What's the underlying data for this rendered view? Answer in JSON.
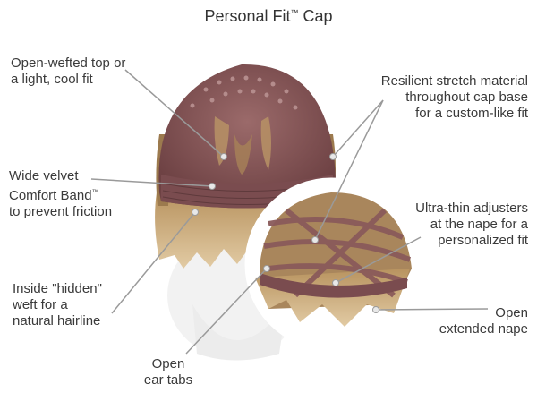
{
  "title": {
    "main": "Personal Fit",
    "mark": "™",
    "suffix": " Cap"
  },
  "callouts": {
    "open_wefted_top": [
      "Open-wefted top or",
      "a light, cool fit"
    ],
    "wide_velvet": {
      "line1": "Wide velvet",
      "line2_text": "Comfort Band",
      "line2_mark": "™",
      "line3": "to prevent friction"
    },
    "hidden_weft": [
      "Inside \"hidden\"",
      "weft for a",
      "natural hairline"
    ],
    "ear_tabs": [
      "Open",
      "ear tabs"
    ],
    "stretch_material": [
      "Resilient stretch material",
      "throughout cap base",
      "for a custom-like fit"
    ],
    "adjusters": [
      "Ultra-thin adjusters",
      "at the nape for a",
      "personalized fit"
    ],
    "extended_nape": [
      "Open",
      "extended nape"
    ]
  },
  "colors": {
    "cap": "#8a5a5a",
    "cap_dark": "#6e4244",
    "hair": "#c9a77a",
    "hair_dark": "#8c6a45",
    "leader": "#9a9a9a",
    "dot": "#b48c8c",
    "text": "#3a3a3a"
  }
}
